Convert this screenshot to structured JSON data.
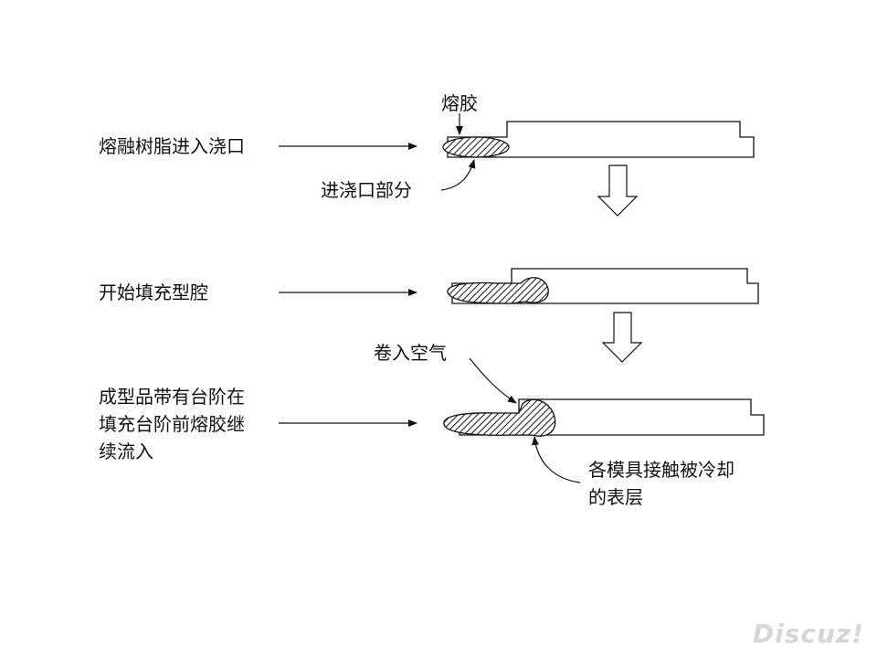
{
  "labels": {
    "gate_melt": "熔胶",
    "molten_resin_enters_gate": "熔融树脂进入浇口",
    "gate_section": "进浇口部分",
    "start_filling_cavity": "开始填充型腔",
    "entrapped_air": "卷入空气",
    "step_line1": "成型品带有台阶在",
    "step_line2": "填充台阶前熔胶继",
    "step_line3": "续流入",
    "cooled_layer_line1": "各模具接触被冷却",
    "cooled_layer_line2": "的表层"
  },
  "watermark": "Discuz!"
}
